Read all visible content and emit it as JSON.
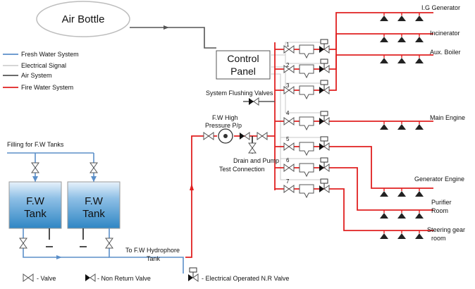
{
  "air_bottle": "Air Bottle",
  "control_panel": [
    "Control",
    "Panel"
  ],
  "legend": [
    {
      "label": "Fresh Water System",
      "color": "#5b8fc9"
    },
    {
      "label": "Electrical Signal",
      "color": "#c8c8c8"
    },
    {
      "label": "Air System",
      "color": "#555555"
    },
    {
      "label": "Fire Water System",
      "color": "#e02020"
    }
  ],
  "labels": {
    "system_flushing_valves": "System Flushing Valves",
    "fw_high_pressure_pump": [
      "F.W High",
      "Pressure P/p"
    ],
    "drain_test": [
      "Drain and Pump",
      "Test Connection"
    ],
    "filling": "Filling for F.W Tanks",
    "to_hydrophore": [
      "To F.W Hydrophore",
      "Tank"
    ]
  },
  "tanks": [
    {
      "line1": "F.W",
      "line2": "Tank"
    },
    {
      "line1": "F.W",
      "line2": "Tank"
    }
  ],
  "branch_numbers": [
    "1",
    "2",
    "3",
    "4",
    "5",
    "6",
    "7"
  ],
  "consumers": [
    "I.G Generator",
    "Incinerator",
    "Aux. Boiler",
    "Main Engine",
    "Generator Engine",
    "Purifier Room",
    "Steering gear room"
  ],
  "consumer_lines": [
    [
      "I.G Generator"
    ],
    [
      "Incinerator"
    ],
    [
      "Aux. Boiler"
    ],
    [
      "Main Engine"
    ],
    [
      "Generator Engine"
    ],
    [
      "Purifier",
      "Room"
    ],
    [
      "Steering gear",
      "room"
    ]
  ],
  "key": {
    "valve": "- Valve",
    "nrv": "- Non Return Valve",
    "electric_nrv": "- Electrical Operated N.R Valve"
  },
  "colors": {
    "fire": "#e02020",
    "fresh": "#5b8fc9",
    "air": "#555555",
    "elec": "#c8c8c8",
    "tank_top": "#e8f2fb",
    "tank_bottom": "#2f86c4"
  }
}
